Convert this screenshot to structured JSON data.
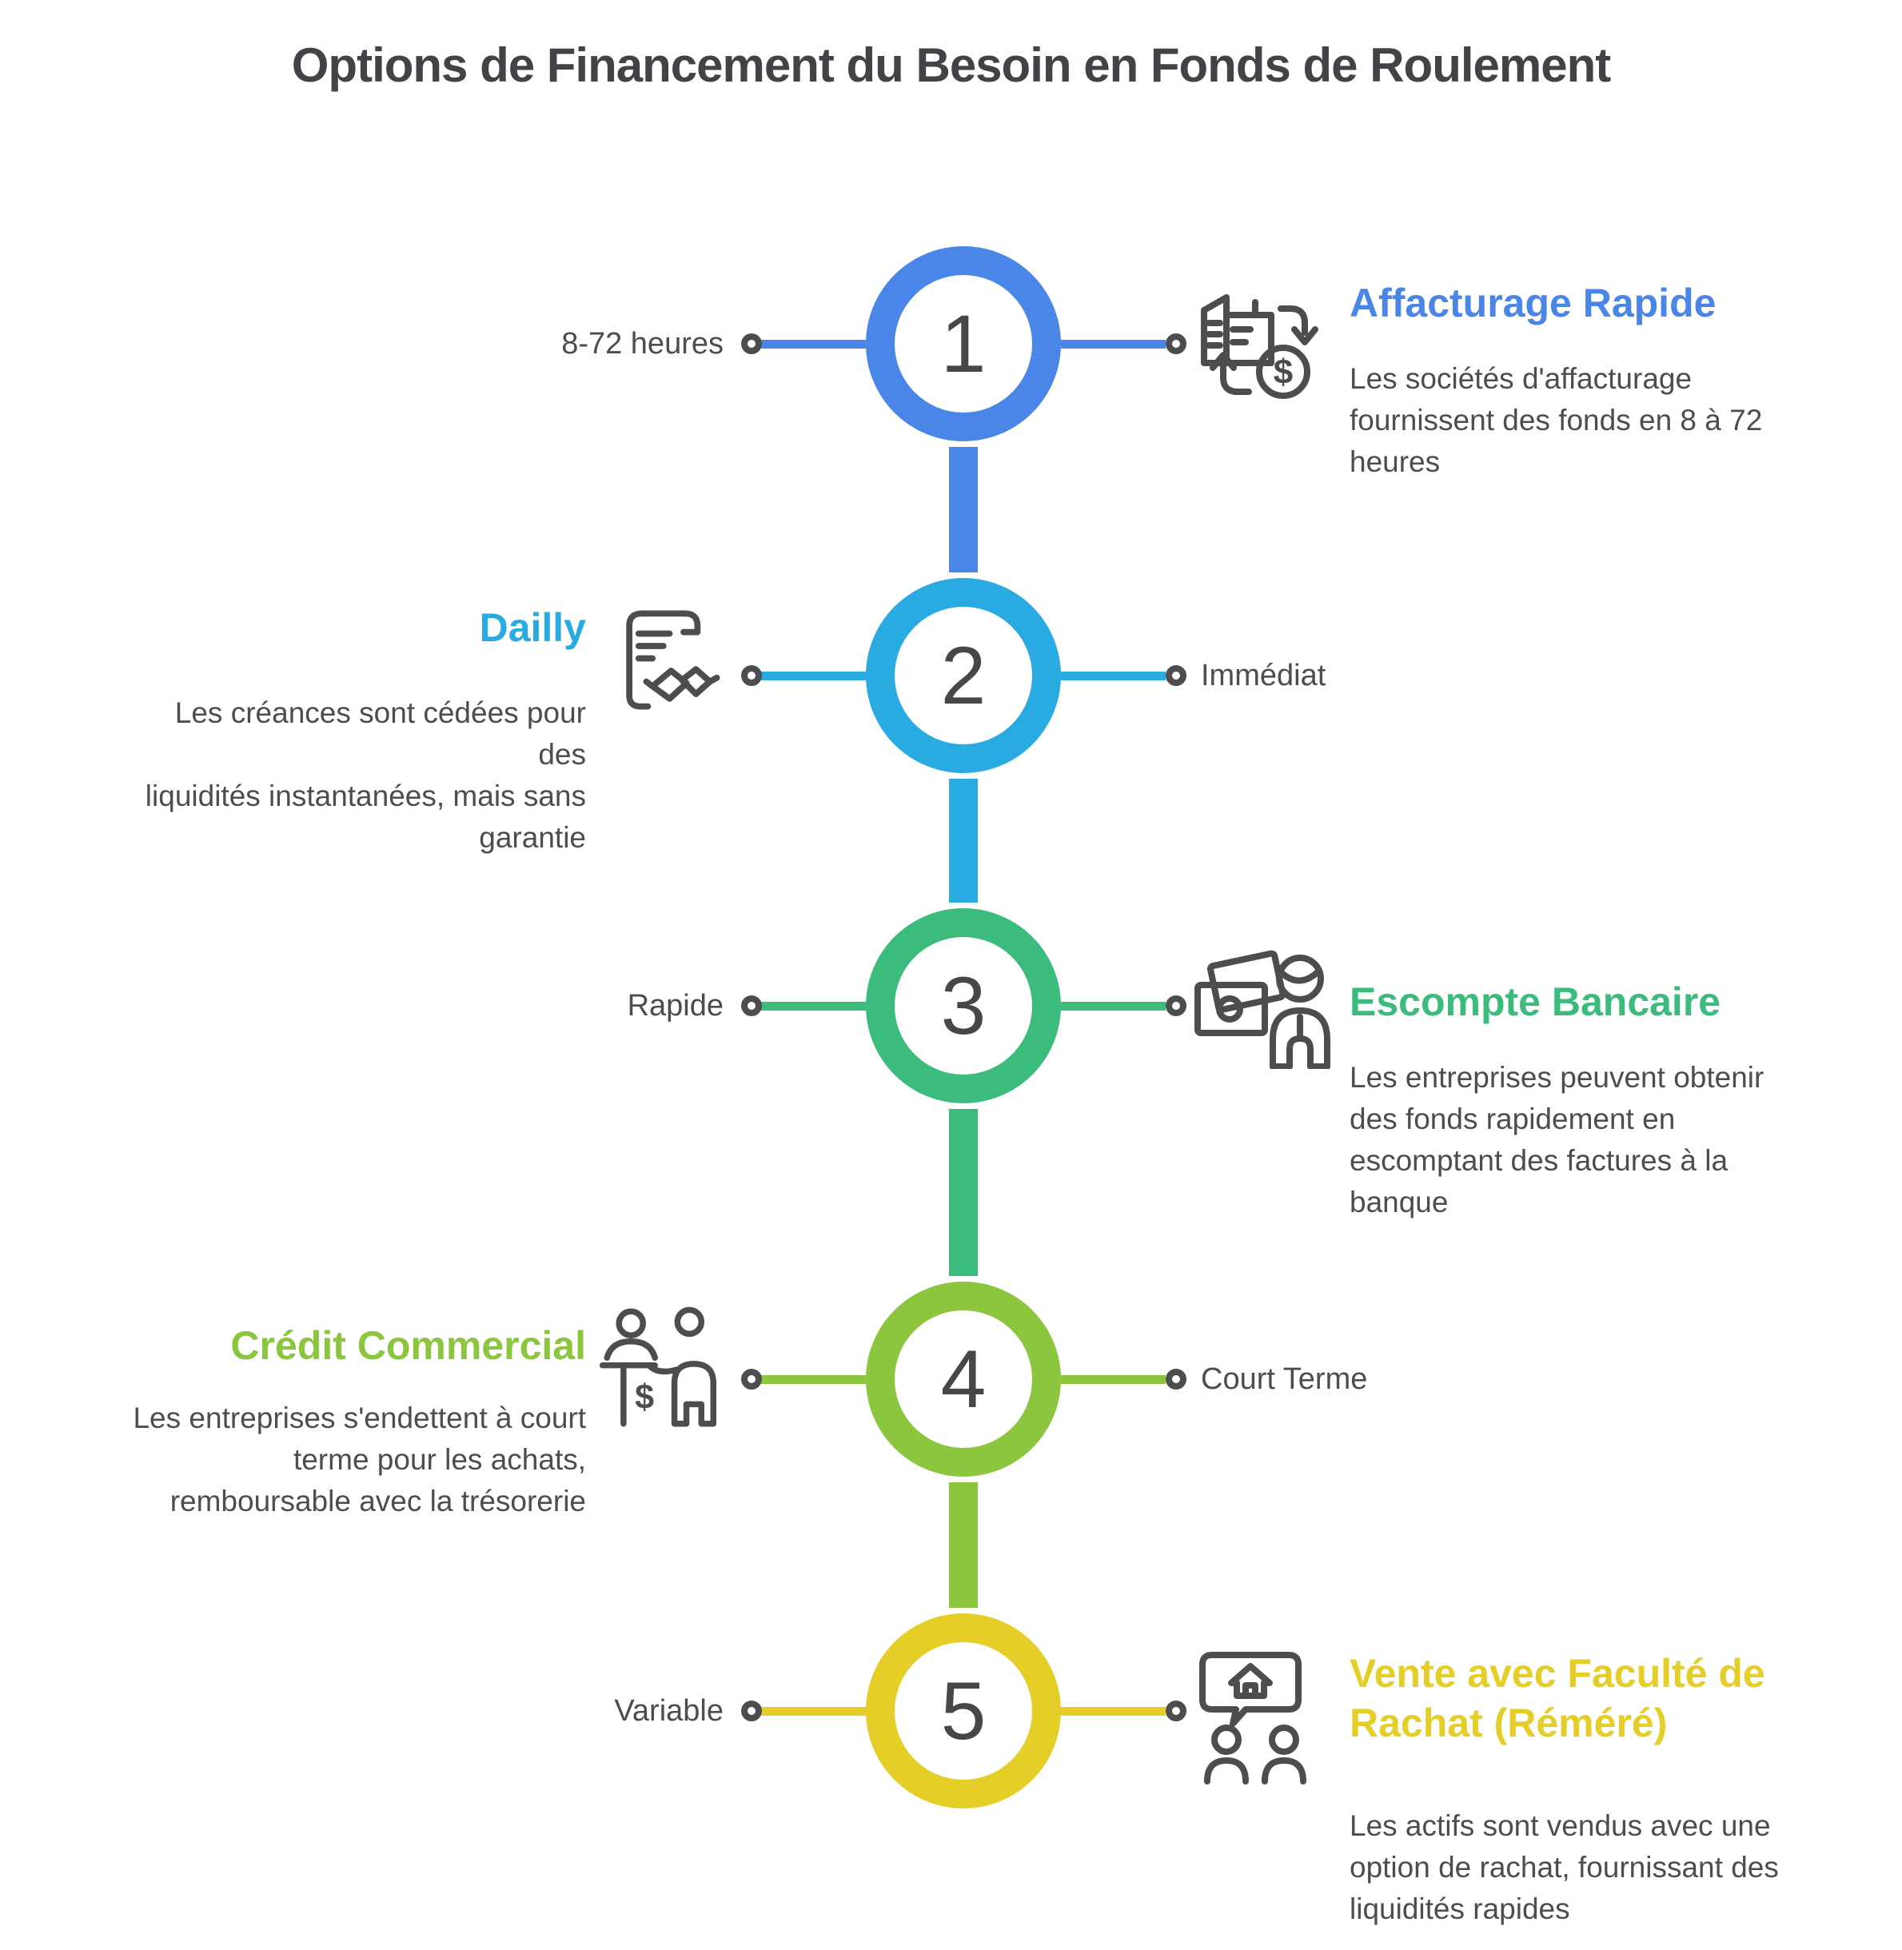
{
  "title": "Options de Financement du Besoin en Fonds de Roulement",
  "colors": {
    "blue": "#4a86e8",
    "cyan": "#29abe2",
    "green": "#3cbc7c",
    "lime": "#8cc63f",
    "yellow": "#e5ce27",
    "ink": "#4d4d4d",
    "title_ink": "#414347",
    "number_ink": "#474747"
  },
  "steps": [
    {
      "number": "1",
      "tag": "8-72 heures",
      "heading": "Affacturage Rapide",
      "description": "Les sociétés d'affacturage\nfournissent des fonds en 8 à 72\nheures",
      "icon": "invoices-money-exchange-icon",
      "accent": "blue"
    },
    {
      "number": "2",
      "tag": "Immédiat",
      "heading": "Dailly",
      "description": "Les créances sont cédées pour des\nliquidités instantanées, mais sans\ngarantie",
      "icon": "contract-handshake-icon",
      "accent": "cyan"
    },
    {
      "number": "3",
      "tag": "Rapide",
      "heading": "Escompte Bancaire",
      "description": "Les entreprises peuvent obtenir\ndes fonds rapidement en\nescomptant des factures à la\nbanque",
      "icon": "banker-with-money-icon",
      "accent": "green"
    },
    {
      "number": "4",
      "tag": "Court Terme",
      "heading": "Crédit Commercial",
      "description": "Les entreprises s'endettent à court\nterme pour les achats,\nremboursable avec la trésorerie",
      "icon": "buyers-credit-icon",
      "accent": "lime"
    },
    {
      "number": "5",
      "tag": "Variable",
      "heading": "Vente avec Faculté de\nRachat (Réméré)",
      "description": "Les actifs sont vendus avec une\noption de rachat, fournissant des\nliquidités rapides",
      "icon": "house-sale-discussion-icon",
      "accent": "yellow"
    }
  ]
}
